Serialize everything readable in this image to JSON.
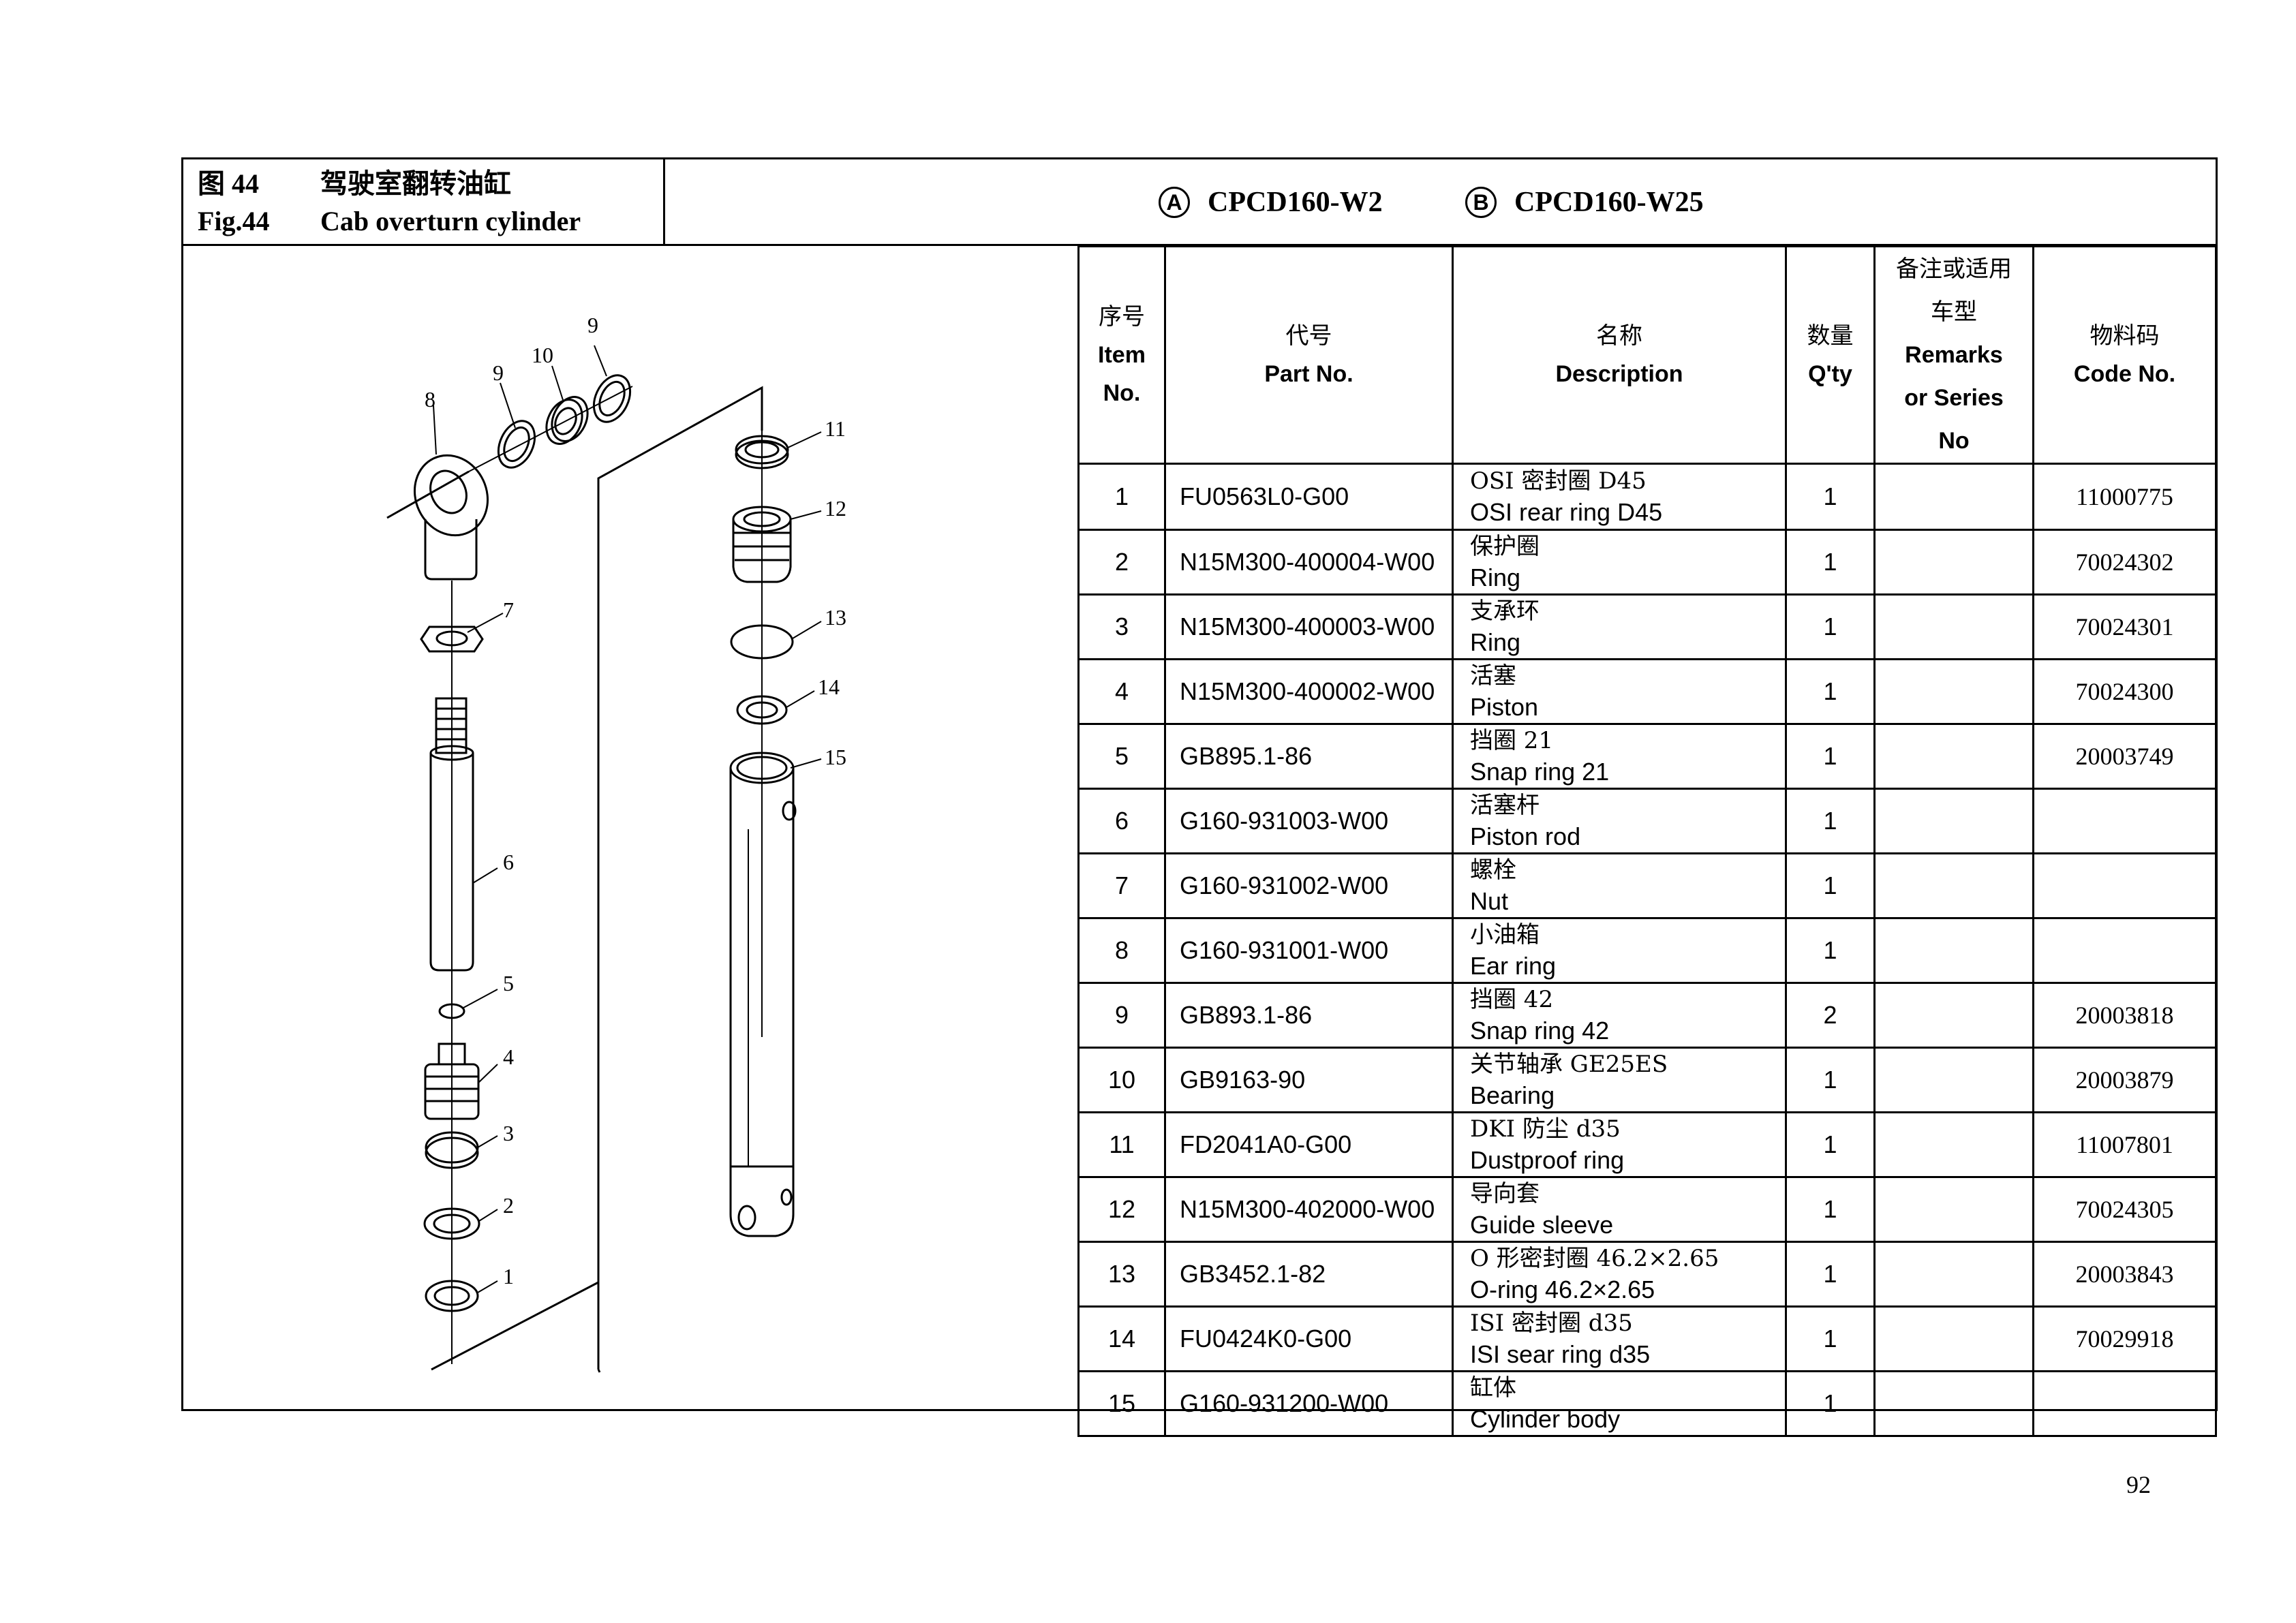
{
  "header": {
    "fig_cn": "图 44",
    "title_cn": "驾驶室翻转油缸",
    "fig_en": "Fig.44",
    "title_en": "Cab overturn cylinder",
    "models": [
      {
        "mark": "A",
        "name": "CPCD160-W2"
      },
      {
        "mark": "B",
        "name": "CPCD160-W25"
      }
    ]
  },
  "table": {
    "headers": {
      "item": [
        "序号",
        "Item",
        "No."
      ],
      "part": [
        "代号",
        "Part No."
      ],
      "desc": [
        "名称",
        "Description"
      ],
      "qty": [
        "数量",
        "Q'ty"
      ],
      "remarks": [
        "备注或适用",
        "车型",
        "Remarks",
        "or Series",
        "No"
      ],
      "code": [
        "物料码",
        "Code No."
      ]
    },
    "rows": [
      {
        "item": "1",
        "part": "FU0563L0-G00",
        "desc_cn": "OSI 密封圈 D45",
        "desc_en": "OSI rear ring D45",
        "qty": "1",
        "remarks": "",
        "code": "11000775"
      },
      {
        "item": "2",
        "part": "N15M300-400004-W00",
        "desc_cn": "保护圈",
        "desc_en": "Ring",
        "qty": "1",
        "remarks": "",
        "code": "70024302"
      },
      {
        "item": "3",
        "part": "N15M300-400003-W00",
        "desc_cn": "支承环",
        "desc_en": "Ring",
        "qty": "1",
        "remarks": "",
        "code": "70024301"
      },
      {
        "item": "4",
        "part": "N15M300-400002-W00",
        "desc_cn": "活塞",
        "desc_en": "Piston",
        "qty": "1",
        "remarks": "",
        "code": "70024300"
      },
      {
        "item": "5",
        "part": "GB895.1-86",
        "desc_cn": "挡圈 21",
        "desc_en": "Snap ring 21",
        "qty": "1",
        "remarks": "",
        "code": "20003749"
      },
      {
        "item": "6",
        "part": "G160-931003-W00",
        "desc_cn": "活塞杆",
        "desc_en": "Piston rod",
        "qty": "1",
        "remarks": "",
        "code": ""
      },
      {
        "item": "7",
        "part": "G160-931002-W00",
        "desc_cn": "螺栓",
        "desc_en": "Nut",
        "qty": "1",
        "remarks": "",
        "code": ""
      },
      {
        "item": "8",
        "part": "G160-931001-W00",
        "desc_cn": "小油箱",
        "desc_en": "Ear ring",
        "qty": "1",
        "remarks": "",
        "code": ""
      },
      {
        "item": "9",
        "part": "GB893.1-86",
        "desc_cn": "挡圈 42",
        "desc_en": "Snap ring 42",
        "qty": "2",
        "remarks": "",
        "code": "20003818"
      },
      {
        "item": "10",
        "part": "GB9163-90",
        "desc_cn": "关节轴承 GE25ES",
        "desc_en": "Bearing",
        "qty": "1",
        "remarks": "",
        "code": "20003879"
      },
      {
        "item": "11",
        "part": "FD2041A0-G00",
        "desc_cn": "DKI 防尘 d35",
        "desc_en": "Dustproof ring",
        "qty": "1",
        "remarks": "",
        "code": "11007801"
      },
      {
        "item": "12",
        "part": "N15M300-402000-W00",
        "desc_cn": "导向套",
        "desc_en": "Guide sleeve",
        "qty": "1",
        "remarks": "",
        "code": "70024305"
      },
      {
        "item": "13",
        "part": "GB3452.1-82",
        "desc_cn": "O 形密封圈 46.2×2.65",
        "desc_en": "O-ring 46.2×2.65",
        "qty": "1",
        "remarks": "",
        "code": "20003843"
      },
      {
        "item": "14",
        "part": "FU0424K0-G00",
        "desc_cn": "ISI 密封圈 d35",
        "desc_en": "ISI sear ring d35",
        "qty": "1",
        "remarks": "",
        "code": "70029918"
      },
      {
        "item": "15",
        "part": "G160-931200-W00",
        "desc_cn": "缸体",
        "desc_en": "Cylinder body",
        "qty": "1",
        "remarks": "",
        "code": ""
      }
    ]
  },
  "callouts": [
    "1",
    "2",
    "3",
    "4",
    "5",
    "6",
    "7",
    "8",
    "9",
    "10",
    "9",
    "11",
    "12",
    "13",
    "14",
    "15"
  ],
  "page_number": "92"
}
